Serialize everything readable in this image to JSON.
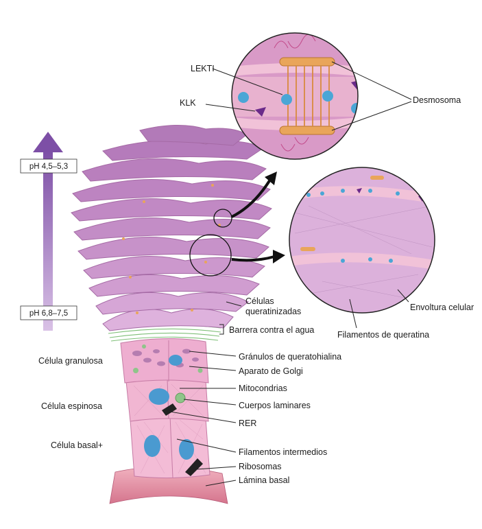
{
  "colors": {
    "cell_light": "#f3bcd6",
    "cell_mid": "#e7a0c2",
    "cell_dark": "#c57aa4",
    "corneocyte": "#c895c9",
    "corneocyte_light": "#ddb4dc",
    "nucleus": "#4a9ad0",
    "arrow": "#b18ac6",
    "desmosome": "#e9a55a",
    "keratin_green": "#8fc48a"
  },
  "ph_top": "pH 4,5–5,3",
  "ph_bottom": "pH 6,8–7,5",
  "left_labels": {
    "granulosa": "Célula granulosa",
    "espinosa": "Célula espinosa",
    "basal": "Célula basal+"
  },
  "right_labels": {
    "queratinizadas_1": "Células",
    "queratinizadas_2": "queratinizadas",
    "barrera": "Barrera contra el agua",
    "granulos": "Gránulos de queratohialina",
    "golgi": "Aparato de Golgi",
    "mitocondrias": "Mitocondrias",
    "cuerpos": "Cuerpos laminares",
    "rer": "RER",
    "filamentos_intermedios": "Filamentos intermedios",
    "ribosomas": "Ribosomas",
    "lamina": "Lámina basal"
  },
  "zoom_labels": {
    "lekti": "LEKTI",
    "klk": "KLK",
    "desmosoma": "Desmosoma",
    "envoltura": "Envoltura celular",
    "filamentos_queratina": "Filamentos de queratina"
  }
}
